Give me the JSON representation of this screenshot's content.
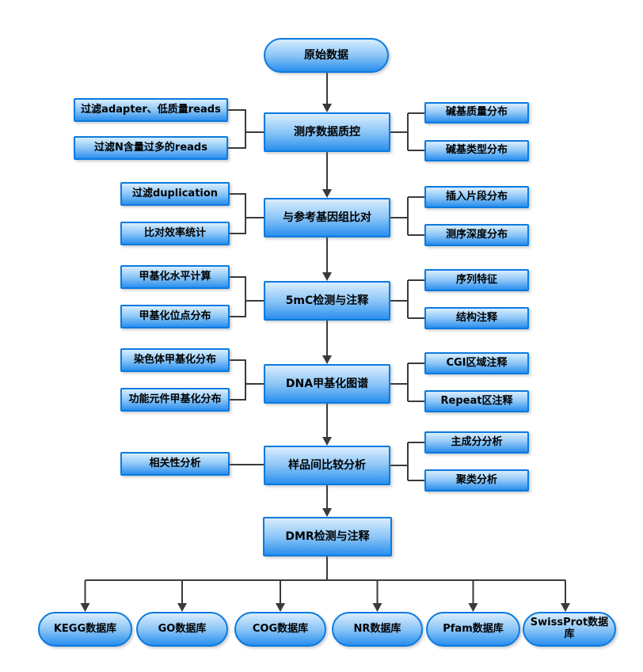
{
  "flowchart": {
    "start": "原始数据",
    "steps": [
      {
        "label": "测序数据质控",
        "left": [
          "过滤adapter、低质量reads",
          "过滤N含量过多的reads"
        ],
        "right": [
          "碱基质量分布",
          "碱基类型分布"
        ]
      },
      {
        "label": "与参考基因组比对",
        "left": [
          "过滤duplication",
          "比对效率统计"
        ],
        "right": [
          "插入片段分布",
          "测序深度分布"
        ]
      },
      {
        "label": "5mC检测与注释",
        "left": [
          "甲基化水平计算",
          "甲基化位点分布"
        ],
        "right": [
          "序列特征",
          "结构注释"
        ]
      },
      {
        "label": "DNA甲基化图谱",
        "left": [
          "染色体甲基化分布",
          "功能元件甲基化分布"
        ],
        "right": [
          "CGI区域注释",
          "Repeat区注释"
        ]
      },
      {
        "label": "样品间比较分析",
        "left": [
          "相关性分析"
        ],
        "right": [
          "主成分分析",
          "聚类分析"
        ]
      },
      {
        "label": "DMR检测与注释",
        "left": [],
        "right": []
      }
    ],
    "databases": [
      "KEGG数据库",
      "GO数据库",
      "COG数据库",
      "NR数据库",
      "Pfam数据库",
      "SwissProt数据库"
    ],
    "colors": {
      "node_border": "#0a7ae0",
      "node_gradient_top": "#d9edfd",
      "node_gradient_bottom": "#2b8fee",
      "connector": "#3a3a3a",
      "text": "#000000"
    }
  }
}
